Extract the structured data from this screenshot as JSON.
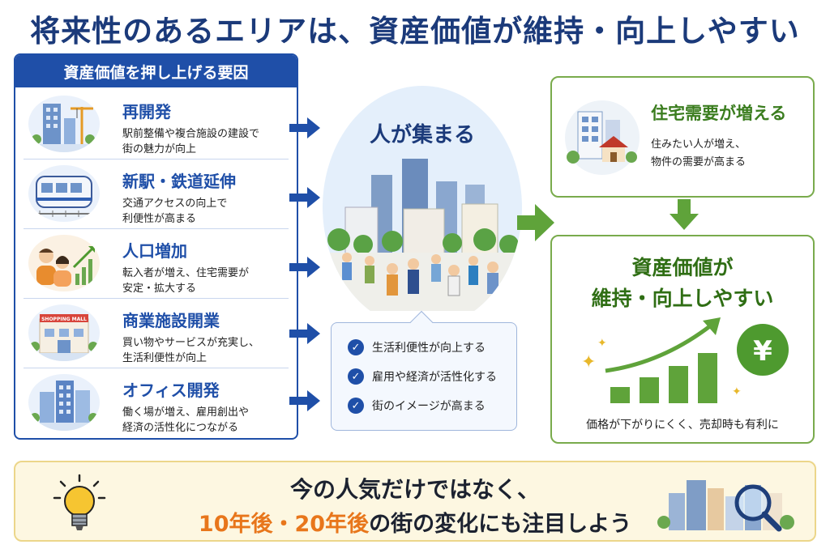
{
  "title": "将来性のあるエリアは、資産価値が維持・向上しやすい",
  "factors": {
    "header": "資産価値を押し上げる要因",
    "items": [
      {
        "title": "再開発",
        "desc": "駅前整備や複合施設の建設で\n街の魅力が向上",
        "icon": "redevelopment-icon"
      },
      {
        "title": "新駅・鉄道延伸",
        "desc": "交通アクセスの向上で\n利便性が高まる",
        "icon": "train-icon"
      },
      {
        "title": "人口増加",
        "desc": "転入者が増え、住宅需要が\n安定・拡大する",
        "icon": "population-growth-icon"
      },
      {
        "title": "商業施設開業",
        "desc": "買い物やサービスが充実し、\n生活利便性が向上",
        "icon": "shopping-mall-icon",
        "sign": "SHOPPING MALL"
      },
      {
        "title": "オフィス開発",
        "desc": "働く場が増え、雇用創出や\n経済の活性化につながる",
        "icon": "office-building-icon"
      }
    ]
  },
  "center": {
    "title": "人が集まる",
    "effects": [
      "生活利便性が向上する",
      "雇用や経済が活性化する",
      "街のイメージが高まる"
    ]
  },
  "demand": {
    "title": "住宅需要が増える",
    "desc": "住みたい人が増え、\n物件の需要が高まる"
  },
  "value": {
    "title": "資産価値が\n維持・向上しやすい",
    "caption": "価格が下がりにくく、売却時も有利に",
    "currency_symbol": "¥"
  },
  "banner": {
    "line1": "今の人気だけではなく、",
    "line2_highlight": "10年後・20年後",
    "line2_rest": "の街の変化にも注目しよう"
  },
  "colors": {
    "blue": "#1f4fa8",
    "green": "#3b7d1f",
    "orange": "#e8761b",
    "banner_bg": "#fdf7e1"
  }
}
